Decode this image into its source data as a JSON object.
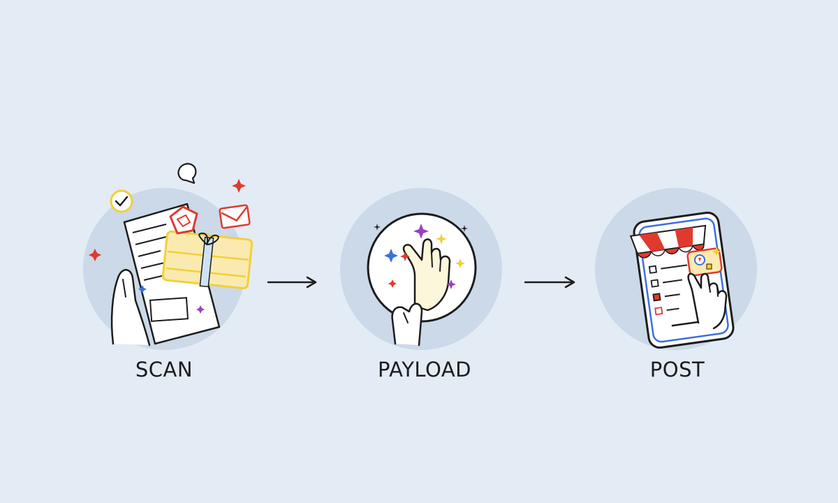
{
  "steps": [
    {
      "label": "SCAN",
      "icon": "document-gift-icon"
    },
    {
      "label": "PAYLOAD",
      "icon": "tap-sparkle-icon"
    },
    {
      "label": "POST",
      "icon": "phone-storefront-icon"
    }
  ],
  "colors": {
    "background": "#e3ebf5",
    "circle": "#cbd9e8",
    "stroke": "#1c1c1c",
    "accent_red": "#e03a2f",
    "accent_yellow": "#f2cf3a",
    "accent_blue": "#3c6fe0",
    "accent_purple": "#9b3ec4"
  }
}
